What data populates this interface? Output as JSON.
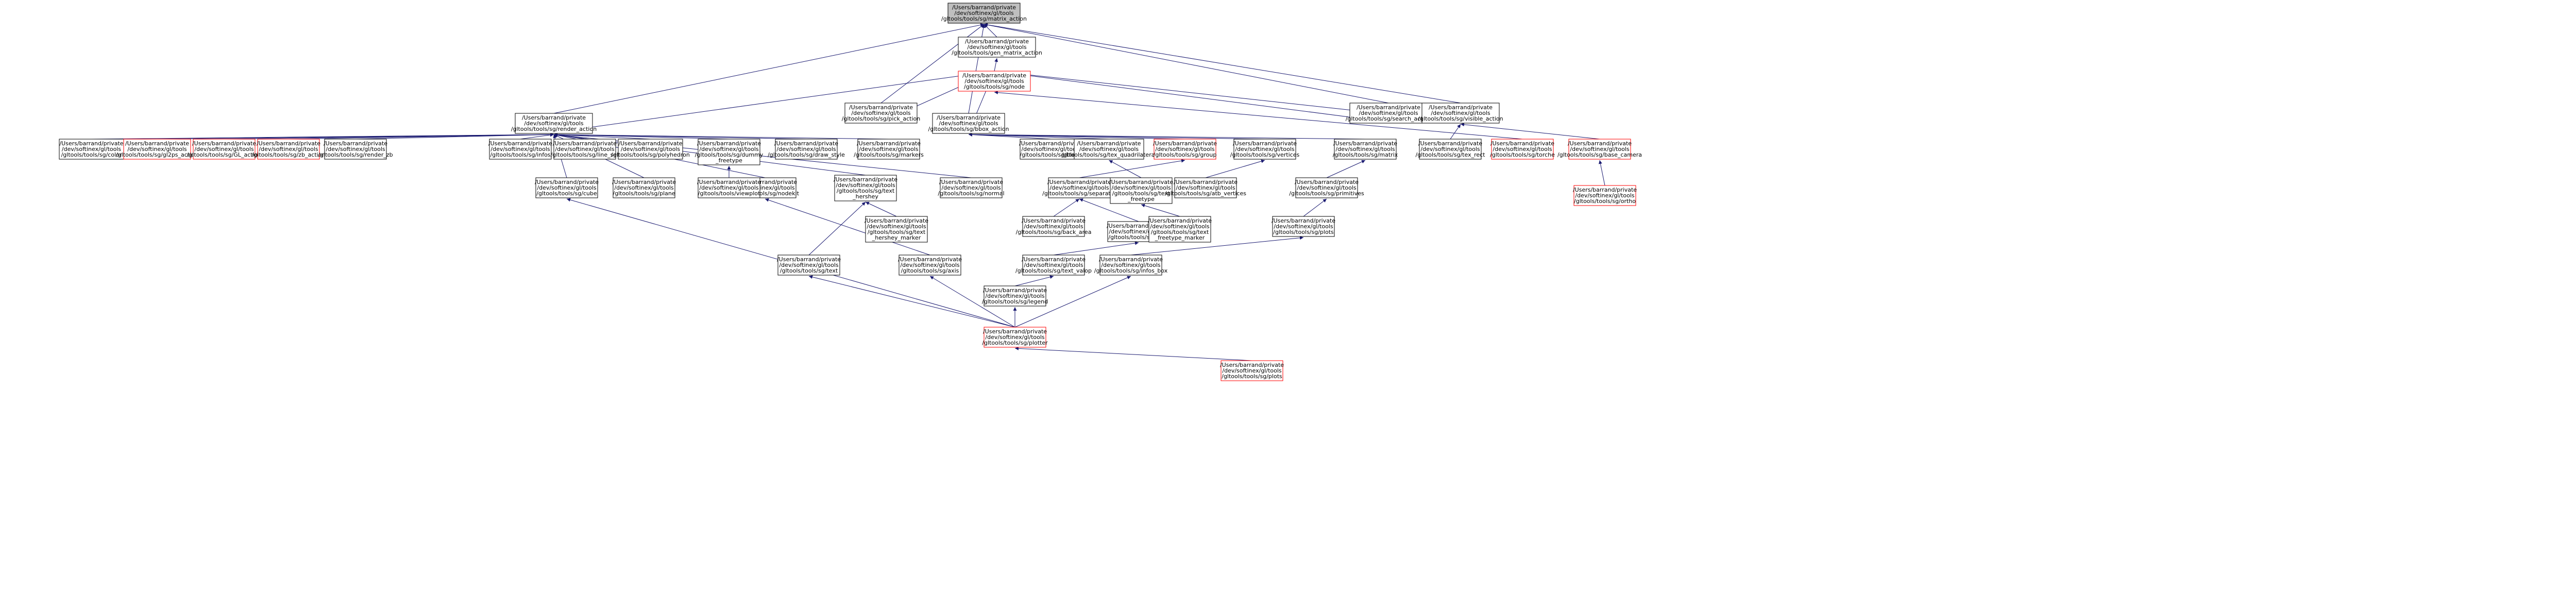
{
  "colors": {
    "edge": "#191970",
    "box_border": "#000000",
    "box_border_unresolved": "#ff0000",
    "root_fill": "#bfbfbf",
    "background": "#ffffff"
  },
  "nodes": [
    {
      "id": "root",
      "lines": [
        "/Users/barrand/private",
        "/dev/softinex/gl/tools",
        "/gltools/tools/sg/matrix_action"
      ],
      "style": "root"
    },
    {
      "id": "gen_matrix_action",
      "lines": [
        "/Users/barrand/private",
        "/dev/softinex/gl/tools",
        "/gltools/tools/gen_matrix_action"
      ],
      "style": "normal"
    },
    {
      "id": "node",
      "lines": [
        "/Users/barrand/private",
        "/dev/softinex/gl/tools",
        "/gltools/tools/sg/node"
      ],
      "style": "red"
    },
    {
      "id": "render_action",
      "lines": [
        "/Users/barrand/private",
        "/dev/softinex/gl/tools",
        "/gltools/tools/sg/render_action"
      ],
      "style": "normal"
    },
    {
      "id": "pick_action",
      "lines": [
        "/Users/barrand/private",
        "/dev/softinex/gl/tools",
        "/gltools/tools/sg/pick_action"
      ],
      "style": "normal"
    },
    {
      "id": "bbox_action",
      "lines": [
        "/Users/barrand/private",
        "/dev/softinex/gl/tools",
        "/gltools/tools/sg/bbox_action"
      ],
      "style": "normal"
    },
    {
      "id": "bbox_action2",
      "lines": [
        "/Users/barrand/private",
        "/dev/softinex/gl/tools",
        "/gltools/tools/sg/bbox_action"
      ],
      "style": "normal"
    },
    {
      "id": "search_action",
      "lines": [
        "/Users/barrand/private",
        "/dev/softinex/gl/tools",
        "/gltools/tools/sg/search_action"
      ],
      "style": "normal"
    },
    {
      "id": "visible_action",
      "lines": [
        "/Users/barrand/private",
        "/dev/softinex/gl/tools",
        "/gltools/tools/sg/visible_action"
      ],
      "style": "normal"
    },
    {
      "id": "color",
      "lines": [
        "/Users/barrand/private",
        "/dev/softinex/gl/tools",
        "/gltools/tools/sg/color"
      ],
      "style": "normal"
    },
    {
      "id": "gl2ps_action",
      "lines": [
        "/Users/barrand/private",
        "/dev/softinex/gl/tools",
        "/gltools/tools/sg/gl2ps_action"
      ],
      "style": "red"
    },
    {
      "id": "GL_action",
      "lines": [
        "/Users/barrand/private",
        "/dev/softinex/gl/tools",
        "/gltools/tools/sg/GL_action"
      ],
      "style": "red"
    },
    {
      "id": "zb_action",
      "lines": [
        "/Users/barrand/private",
        "/dev/softinex/gl/tools",
        "/gltools/tools/sg/zb_action"
      ],
      "style": "red"
    },
    {
      "id": "render_zb",
      "lines": [
        "/Users/barrand/private",
        "/dev/softinex/gl/tools",
        "/gltools/tools/sg/render_zb"
      ],
      "style": "normal"
    },
    {
      "id": "infos",
      "lines": [
        "/Users/barrand/private",
        "/dev/softinex/gl/tools",
        "/gltools/tools/sg/infos"
      ],
      "style": "normal"
    },
    {
      "id": "line_set",
      "lines": [
        "/Users/barrand/private",
        "/dev/softinex/gl/tools",
        "/gltools/tools/sg/line_set"
      ],
      "style": "normal"
    },
    {
      "id": "polyhedron",
      "lines": [
        "/Users/barrand/private",
        "/dev/softinex/gl/tools",
        "/gltools/tools/sg/polyhedron"
      ],
      "style": "normal"
    },
    {
      "id": "dummy_freetype",
      "lines": [
        "/Users/barrand/private",
        "/dev/softinex/gl/tools",
        "/gltools/tools/sg/dummy",
        "_freetype"
      ],
      "style": "normal"
    },
    {
      "id": "draw_style",
      "lines": [
        "/Users/barrand/private",
        "/dev/softinex/gl/tools",
        "/gltools/tools/sg/draw_style"
      ],
      "style": "normal"
    },
    {
      "id": "markers",
      "lines": [
        "/Users/barrand/private",
        "/dev/softinex/gl/tools",
        "/gltools/tools/sg/markers"
      ],
      "style": "normal"
    },
    {
      "id": "blend",
      "lines": [
        "/Users/barrand/private",
        "/dev/softinex/gl/tools",
        "/gltools/tools/sg/blend"
      ],
      "style": "normal"
    },
    {
      "id": "tex_quadrilateral",
      "lines": [
        "/Users/barrand/private",
        "/dev/softinex/gl/tools",
        "/gltools/tools/sg/tex_quadrilateral"
      ],
      "style": "normal"
    },
    {
      "id": "group",
      "lines": [
        "/Users/barrand/private",
        "/dev/softinex/gl/tools",
        "/gltools/tools/sg/group"
      ],
      "style": "red"
    },
    {
      "id": "vertices",
      "lines": [
        "/Users/barrand/private",
        "/dev/softinex/gl/tools",
        "/gltools/tools/sg/vertices"
      ],
      "style": "normal"
    },
    {
      "id": "matrix",
      "lines": [
        "/Users/barrand/private",
        "/dev/softinex/gl/tools",
        "/gltools/tools/sg/matrix"
      ],
      "style": "normal"
    },
    {
      "id": "tex_rect",
      "lines": [
        "/Users/barrand/private",
        "/dev/softinex/gl/tools",
        "/gltools/tools/sg/tex_rect"
      ],
      "style": "normal"
    },
    {
      "id": "torche",
      "lines": [
        "/Users/barrand/private",
        "/dev/softinex/gl/tools",
        "/gltools/tools/sg/torche"
      ],
      "style": "red"
    },
    {
      "id": "base_camera",
      "lines": [
        "/Users/barrand/private",
        "/dev/softinex/gl/tools",
        "/gltools/tools/sg/base_camera"
      ],
      "style": "red"
    },
    {
      "id": "ortho",
      "lines": [
        "/Users/barrand/private",
        "/dev/softinex/gl/tools",
        "/gltools/tools/sg/ortho"
      ],
      "style": "red"
    },
    {
      "id": "cube",
      "lines": [
        "/Users/barrand/private",
        "/dev/softinex/gl/tools",
        "/gltools/tools/sg/cube"
      ],
      "style": "normal"
    },
    {
      "id": "plane",
      "lines": [
        "/Users/barrand/private",
        "/dev/softinex/gl/tools",
        "/gltools/tools/sg/plane"
      ],
      "style": "normal"
    },
    {
      "id": "nodekit",
      "lines": [
        "/Users/barrand/private",
        "/dev/softinex/gl/tools",
        "/gltools/tools/sg/nodekit"
      ],
      "style": "normal"
    },
    {
      "id": "text_hershey",
      "lines": [
        "/Users/barrand/private",
        "/dev/softinex/gl/tools",
        "/gltools/tools/sg/text",
        "_hershey"
      ],
      "style": "normal"
    },
    {
      "id": "normal",
      "lines": [
        "/Users/barrand/private",
        "/dev/softinex/gl/tools",
        "/gltools/tools/sg/normal"
      ],
      "style": "normal"
    },
    {
      "id": "separator",
      "lines": [
        "/Users/barrand/private",
        "/dev/softinex/gl/tools",
        "/gltools/tools/sg/separator"
      ],
      "style": "normal"
    },
    {
      "id": "text_freetype",
      "lines": [
        "/Users/barrand/private",
        "/dev/softinex/gl/tools",
        "/gltools/tools/sg/text",
        "_freetype"
      ],
      "style": "normal"
    },
    {
      "id": "gl_vertices",
      "lines": [
        "/Users/barrand/private",
        "/dev/softinex/gl/tools",
        "/gltools/tools/sg/atb_vertices"
      ],
      "style": "normal"
    },
    {
      "id": "primitives",
      "lines": [
        "/Users/barrand/private",
        "/dev/softinex/gl/tools",
        "/gltools/tools/sg/primitives"
      ],
      "style": "normal"
    },
    {
      "id": "viewplot",
      "lines": [
        "/Users/barrand/private",
        "/dev/softinex/gl/tools",
        "/gltools/tools/viewplot"
      ],
      "style": "normal"
    },
    {
      "id": "text_hershey_marker",
      "lines": [
        "/Users/barrand/private",
        "/dev/softinex/gl/tools",
        "/gltools/tools/sg/text",
        "_hershey_marker"
      ],
      "style": "normal"
    },
    {
      "id": "back_area",
      "lines": [
        "/Users/barrand/private",
        "/dev/softinex/gl/tools",
        "/gltools/tools/sg/back_area"
      ],
      "style": "normal"
    },
    {
      "id": "sg_tools",
      "lines": [
        "/Users/barrand/private",
        "/dev/softinex/gl/tools",
        "/gltools/tools/sg/tools"
      ],
      "style": "normal"
    },
    {
      "id": "text_freetype_marker",
      "lines": [
        "/Users/barrand/private",
        "/dev/softinex/gl/tools",
        "/gltools/tools/sg/text",
        "_freetype_marker"
      ],
      "style": "normal"
    },
    {
      "id": "legend",
      "lines": [
        "/Users/barrand/private",
        "/dev/softinex/gl/tools",
        "/gltools/tools/sg/legend"
      ],
      "style": "normal"
    },
    {
      "id": "text",
      "lines": [
        "/Users/barrand/private",
        "/dev/softinex/gl/tools",
        "/gltools/tools/sg/text"
      ],
      "style": "normal"
    },
    {
      "id": "axis",
      "lines": [
        "/Users/barrand/private",
        "/dev/softinex/gl/tools",
        "/gltools/tools/sg/axis"
      ],
      "style": "normal"
    },
    {
      "id": "text_valop",
      "lines": [
        "/Users/barrand/private",
        "/dev/softinex/gl/tools",
        "/gltools/tools/sg/text_valop"
      ],
      "style": "normal"
    },
    {
      "id": "infos_box",
      "lines": [
        "/Users/barrand/private",
        "/dev/softinex/gl/tools",
        "/gltools/tools/sg/infos_box"
      ],
      "style": "normal"
    },
    {
      "id": "plotter",
      "lines": [
        "/Users/barrand/private",
        "/dev/softinex/gl/tools",
        "/gltools/tools/sg/plotter"
      ],
      "style": "red"
    },
    {
      "id": "plots",
      "lines": [
        "/Users/barrand/private",
        "/dev/softinex/gl/tools",
        "/gltools/tools/sg/plots"
      ],
      "style": "red"
    },
    {
      "id": "sg_plots",
      "lines": [
        "/Users/barrand/private",
        "/dev/softinex/gl/tools",
        "/gltools/tools/sg/plots"
      ],
      "style": "normal"
    },
    {
      "id": "sg_tools2",
      "lines": [
        "/Users/barrand/private",
        "/dev/softinex/gl/tools",
        "/gltools/tools/sg/plots"
      ],
      "style": "normal"
    }
  ],
  "edges": [
    [
      "gen_matrix_action",
      "root"
    ],
    [
      "render_action",
      "root"
    ],
    [
      "pick_action",
      "root"
    ],
    [
      "bbox_action",
      "root"
    ],
    [
      "search_action",
      "root"
    ],
    [
      "visible_action",
      "root"
    ],
    [
      "node",
      "gen_matrix_action"
    ],
    [
      "node",
      "render_action"
    ],
    [
      "node",
      "pick_action"
    ],
    [
      "node",
      "bbox_action"
    ],
    [
      "node",
      "search_action"
    ],
    [
      "node",
      "visible_action"
    ],
    [
      "color",
      "render_action"
    ],
    [
      "gl2ps_action",
      "render_action"
    ],
    [
      "GL_action",
      "render_action"
    ],
    [
      "zb_action",
      "render_action"
    ],
    [
      "render_zb",
      "render_action"
    ],
    [
      "infos",
      "render_action"
    ],
    [
      "line_set",
      "render_action"
    ],
    [
      "polyhedron",
      "render_action"
    ],
    [
      "dummy_freetype",
      "render_action"
    ],
    [
      "draw_style",
      "render_action"
    ],
    [
      "markers",
      "render_action"
    ],
    [
      "blend",
      "bbox_action"
    ],
    [
      "tex_quadrilateral",
      "bbox_action"
    ],
    [
      "group",
      "bbox_action"
    ],
    [
      "vertices",
      "bbox_action"
    ],
    [
      "matrix",
      "bbox_action"
    ],
    [
      "tex_rect",
      "visible_action"
    ],
    [
      "torche",
      "node"
    ],
    [
      "base_camera",
      "visible_action"
    ],
    [
      "ortho",
      "base_camera"
    ],
    [
      "cube",
      "render_action"
    ],
    [
      "plane",
      "render_action"
    ],
    [
      "nodekit",
      "render_action"
    ],
    [
      "text_hershey",
      "render_action"
    ],
    [
      "normal",
      "render_action"
    ],
    [
      "separator",
      "group"
    ],
    [
      "text_freetype",
      "tex_quadrilateral"
    ],
    [
      "gl_vertices",
      "vertices"
    ],
    [
      "primitives",
      "matrix"
    ],
    [
      "viewplot",
      "dummy_freetype"
    ],
    [
      "text_hershey_marker",
      "text_hershey"
    ],
    [
      "back_area",
      "separator"
    ],
    [
      "sg_tools",
      "separator"
    ],
    [
      "text_freetype_marker",
      "text_freetype"
    ],
    [
      "sg_tools2",
      "primitives"
    ],
    [
      "text",
      "text_hershey"
    ],
    [
      "axis",
      "nodekit"
    ],
    [
      "text_valop",
      "sg_tools"
    ],
    [
      "infos_box",
      "sg_tools2"
    ],
    [
      "legend",
      "text_valop"
    ],
    [
      "plotter",
      "legend"
    ],
    [
      "plotter",
      "axis"
    ],
    [
      "plotter",
      "text"
    ],
    [
      "plotter",
      "infos_box"
    ],
    [
      "plotter",
      "cube"
    ],
    [
      "plots",
      "plotter"
    ]
  ]
}
